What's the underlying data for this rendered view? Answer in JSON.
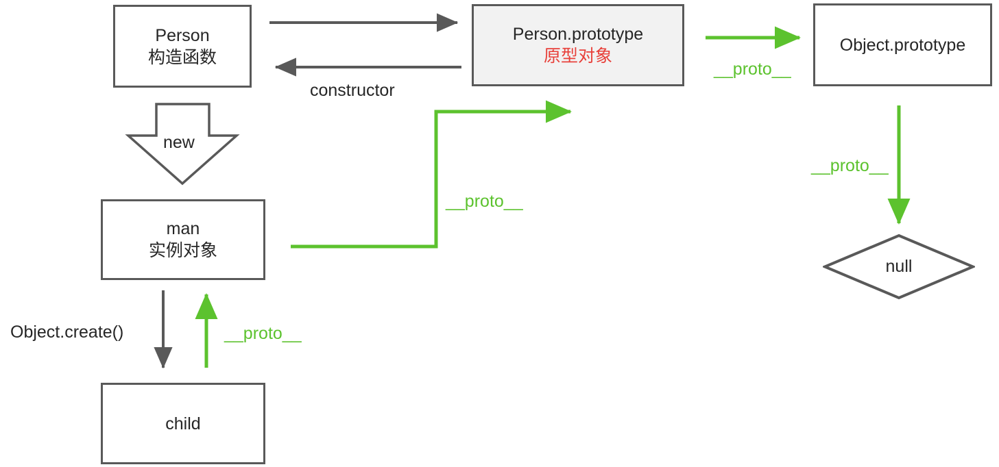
{
  "diagram": {
    "title": "JavaScript prototype chain diagram",
    "colors": {
      "stroke": "#595959",
      "text": "#262626",
      "accent_red": "#e8403a",
      "proto_green": "#5cc22e",
      "box_fill": "#ffffff",
      "box_fill_alt": "#f2f2f2",
      "background": "#ffffff"
    },
    "nodes": [
      {
        "id": "person",
        "shape": "rect",
        "lines": [
          "Person",
          "构造函数"
        ],
        "fill": "#ffffff"
      },
      {
        "id": "person-prototype",
        "shape": "rect",
        "lines": [
          "Person.prototype",
          "原型对象"
        ],
        "fill": "#f2f2f2"
      },
      {
        "id": "object-prototype",
        "shape": "rect",
        "lines": [
          "Object.prototype"
        ],
        "fill": "#ffffff"
      },
      {
        "id": "man",
        "shape": "rect",
        "lines": [
          "man",
          "实例对象"
        ],
        "fill": "#ffffff"
      },
      {
        "id": "child",
        "shape": "rect",
        "lines": [
          "child"
        ],
        "fill": "#ffffff"
      },
      {
        "id": "null",
        "shape": "diamond",
        "lines": [
          "null"
        ],
        "fill": "#ffffff"
      }
    ],
    "edges": [
      {
        "id": "person-to-prototype",
        "from": "person",
        "to": "person-prototype",
        "label": "",
        "color": "#595959"
      },
      {
        "id": "prototype-to-person",
        "from": "person-prototype",
        "to": "person",
        "label": "constructor",
        "color": "#595959"
      },
      {
        "id": "prototype-to-objectprototype",
        "from": "person-prototype",
        "to": "object-prototype",
        "label": "__proto__",
        "color": "#5cc22e"
      },
      {
        "id": "objectprototype-to-null",
        "from": "object-prototype",
        "to": "null",
        "label": "__proto__",
        "color": "#5cc22e"
      },
      {
        "id": "person-new-man",
        "from": "person",
        "to": "man",
        "label": "new",
        "color": "#595959"
      },
      {
        "id": "man-to-personprototype",
        "from": "man",
        "to": "person-prototype",
        "label": "__proto__",
        "color": "#5cc22e"
      },
      {
        "id": "man-to-child",
        "from": "man",
        "to": "child",
        "label": "Object.create()",
        "color": "#595959"
      },
      {
        "id": "child-to-man",
        "from": "child",
        "to": "man",
        "label": "__proto__",
        "color": "#5cc22e"
      }
    ],
    "labels": {
      "person_title": "Person",
      "person_sub": "构造函数",
      "person_prototype_title": "Person.prototype",
      "person_prototype_sub": "原型对象",
      "object_prototype_title": "Object.prototype",
      "man_title": "man",
      "man_sub": "实例对象",
      "child_title": "child",
      "null_title": "null",
      "constructor": "constructor",
      "new": "new",
      "object_create": "Object.create()",
      "proto_prototype_to_object": "__proto__",
      "proto_object_to_null": "__proto__",
      "proto_man_to_prototype": "__proto__",
      "proto_child_to_man": "__proto__"
    }
  }
}
